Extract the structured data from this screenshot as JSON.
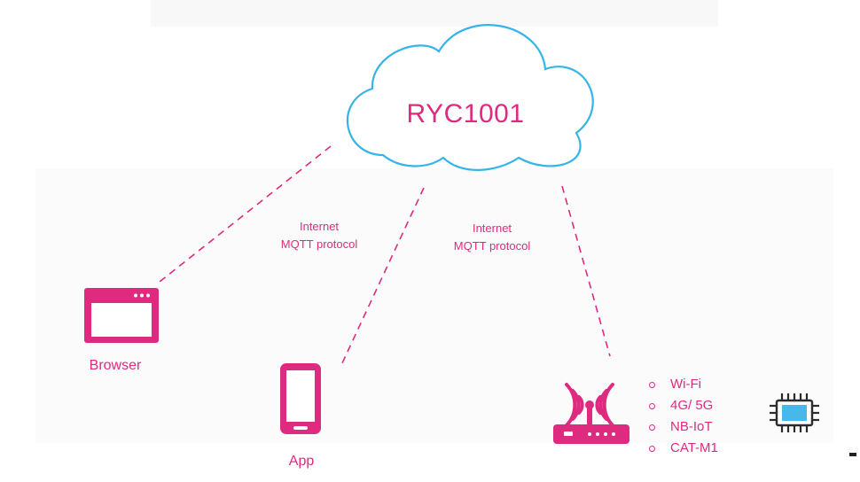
{
  "cloud": {
    "label": "RYC1001"
  },
  "links": {
    "left": {
      "line1": "Internet",
      "line2": "MQTT protocol"
    },
    "right": {
      "line1": "Internet",
      "line2": "MQTT protocol"
    }
  },
  "devices": {
    "browser": {
      "label": "Browser",
      "icon": "browser-window-icon"
    },
    "app": {
      "label": "App",
      "icon": "smartphone-icon"
    },
    "router": {
      "icon": "wireless-router-icon"
    },
    "chip": {
      "icon": "microchip-icon"
    }
  },
  "connectivity": [
    "Wi-Fi",
    "4G/ 5G",
    "NB-IoT",
    "CAT-M1"
  ],
  "colors": {
    "accent": "#de2a7f",
    "cloud_outline": "#35b4e6",
    "chip_core": "#47b8e8"
  }
}
